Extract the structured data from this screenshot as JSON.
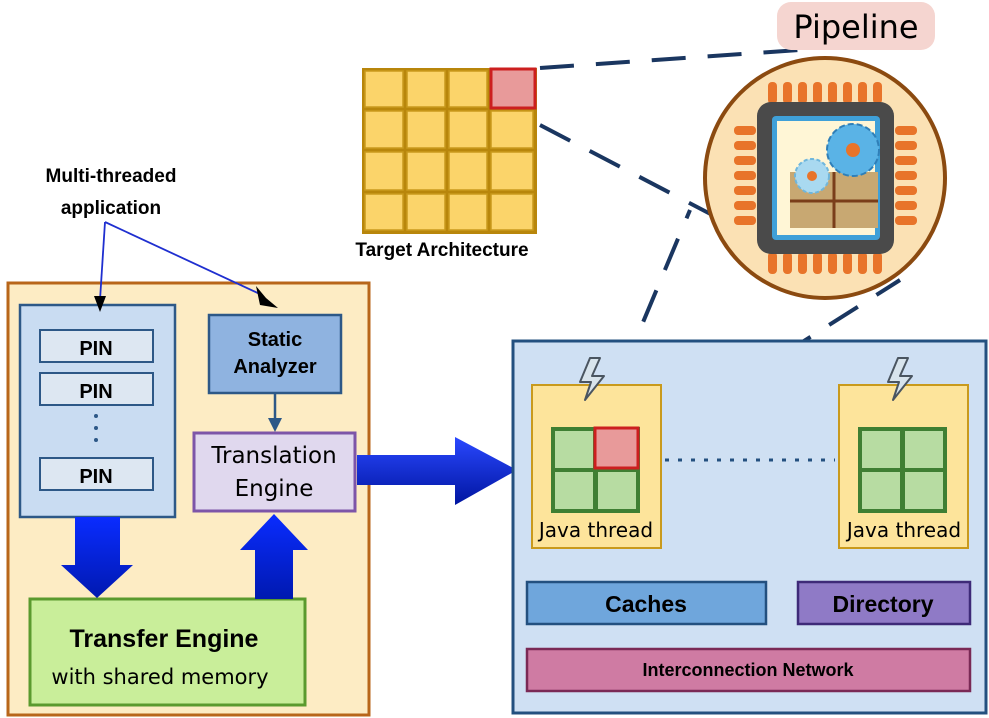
{
  "labels": {
    "multithreaded_line1": "Multi-threaded",
    "multithreaded_line2": "application",
    "target_architecture": "Target Architecture",
    "pipeline": "Pipeline",
    "pin": "PIN",
    "static_analyzer_line1": "Static",
    "static_analyzer_line2": "Analyzer",
    "translation_line1": "Translation",
    "translation_line2": "Engine",
    "transfer_engine": "Transfer Engine",
    "transfer_engine_sub": "with shared memory",
    "java_thread_left": "Java thread",
    "java_thread_right": "Java thread",
    "caches": "Caches",
    "directory": "Directory",
    "interconnect": "Interconnection Network"
  },
  "colors": {
    "host_panel_fill": "#fdecc4",
    "host_panel_border": "#b8661a",
    "pin_panel_fill": "#c9dcf2",
    "pin_panel_border": "#2d5887",
    "static_fill": "#8fb3e0",
    "translation_fill": "#e0d8ee",
    "translation_border": "#7d55a8",
    "transfer_fill": "#c9ee9a",
    "transfer_border": "#5a9a2e",
    "target_cell": "#fbd46a",
    "target_cell_border": "#b8860b",
    "highlight_cell": "#e89a9a",
    "highlight_border": "#cc1f1f",
    "core_cell": "#b7dca2",
    "core_cell_border": "#3f7f33",
    "thread_tile_fill": "#fde49b",
    "chip_panel_fill": "#cfe0f3",
    "caches_fill": "#6fa6dc",
    "directory_fill": "#8f7ac6",
    "interconnect_fill": "#cf7ba3",
    "arrow_blue": "#0a2cff",
    "dash_navy": "#1a3660",
    "pipeline_bg": "#f5d5d0"
  },
  "icons": [
    "lightning-icon",
    "gear-icon",
    "chip-icon"
  ]
}
